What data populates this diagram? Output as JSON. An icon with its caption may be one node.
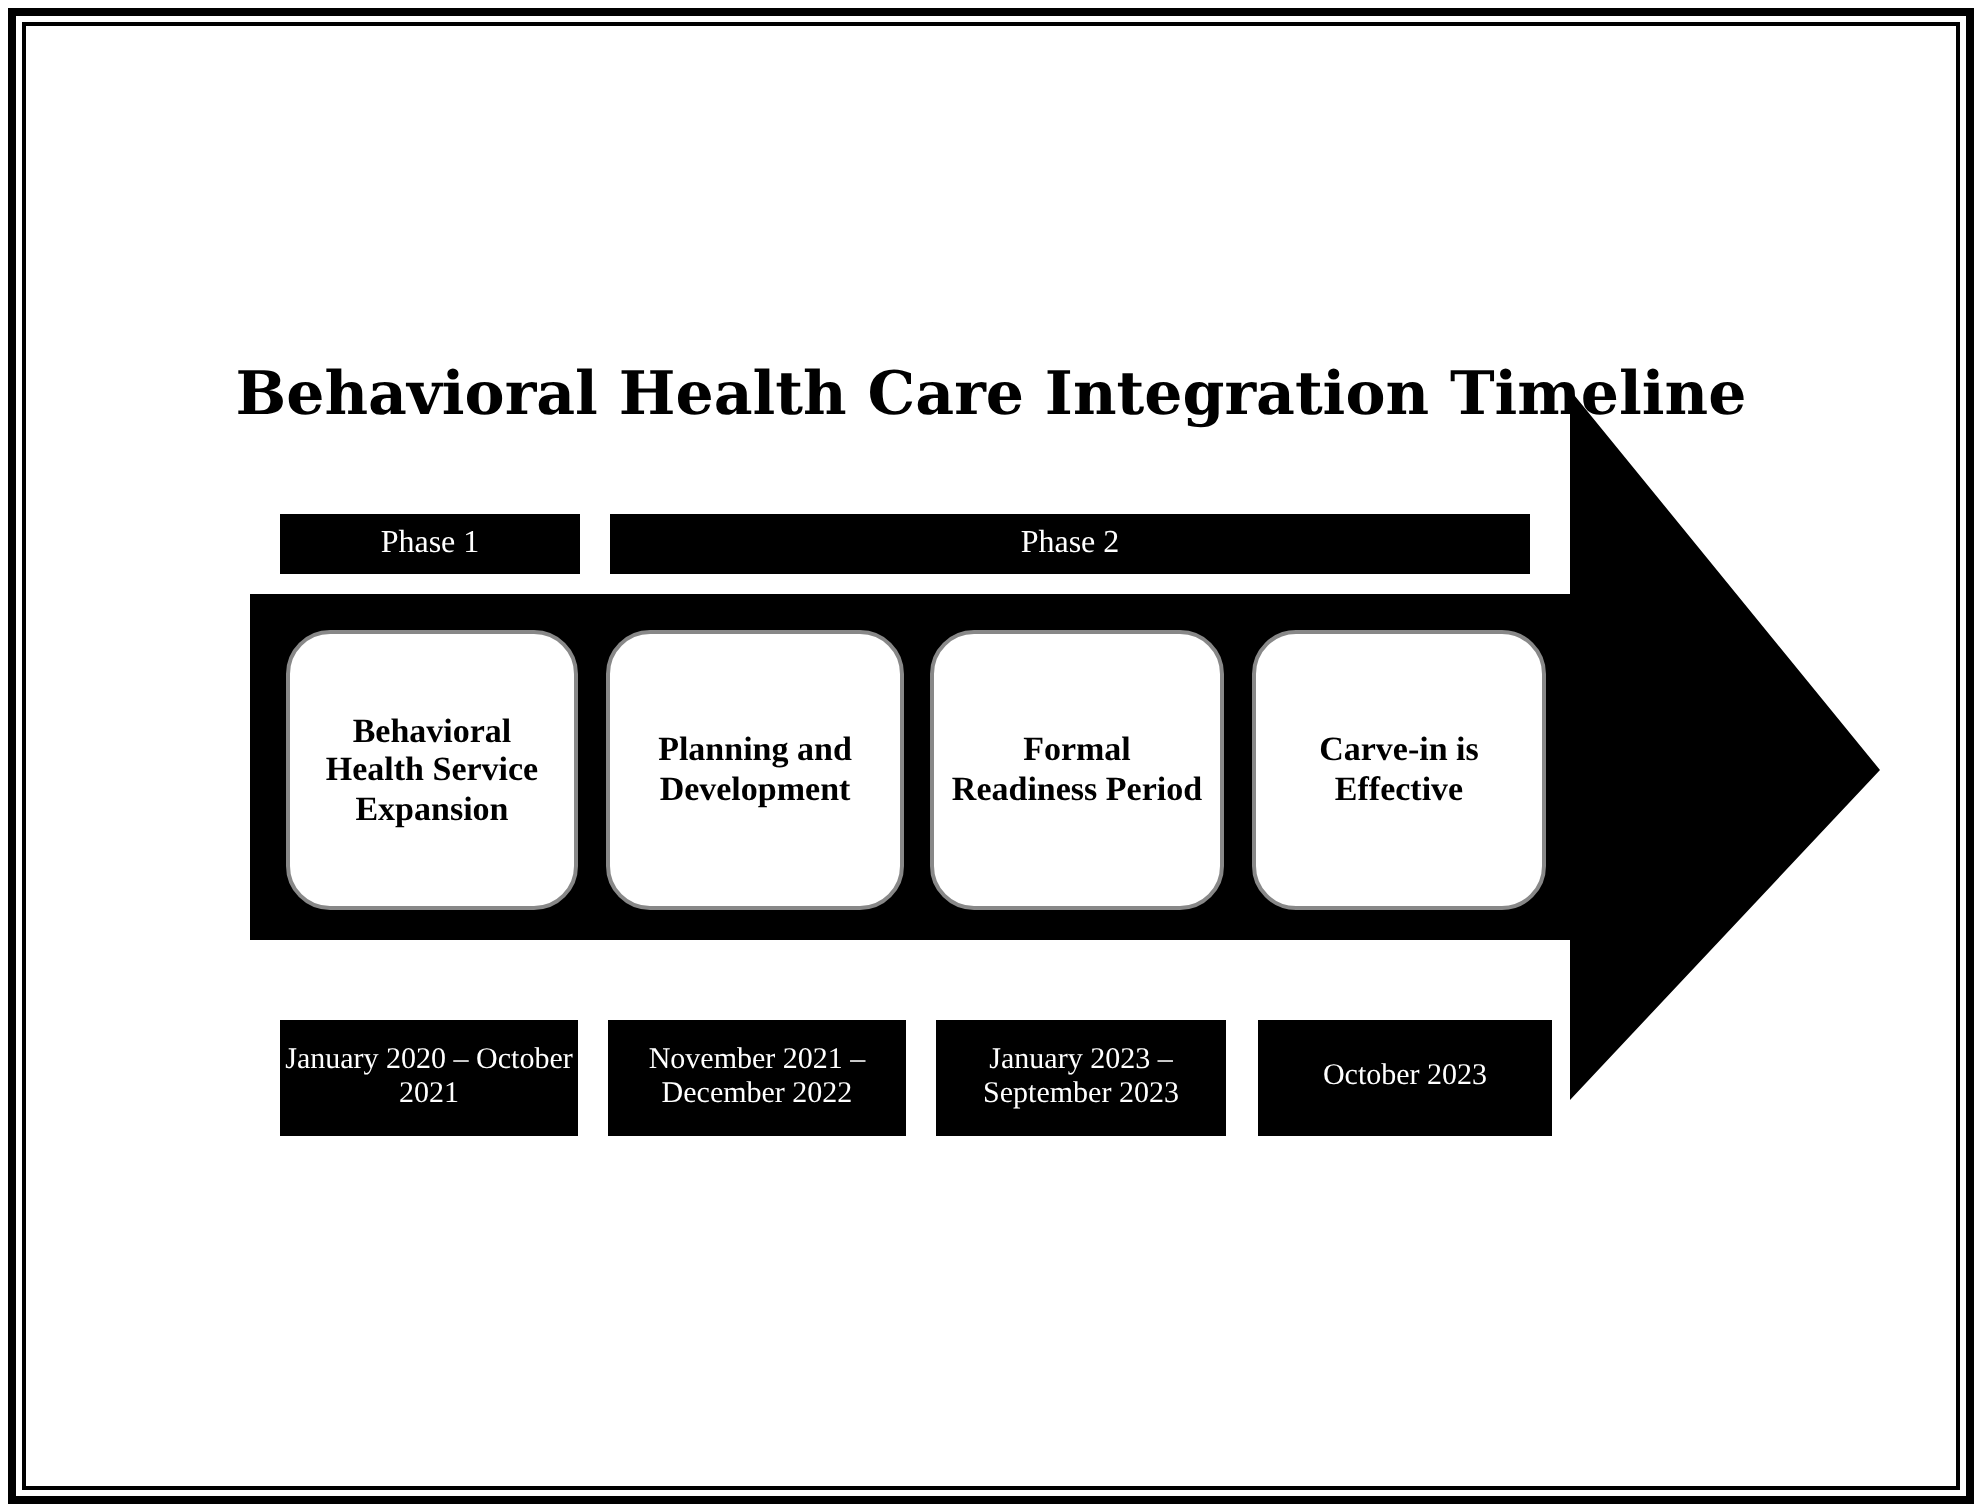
{
  "diagram": {
    "title": "Behavioral Health Care Integration Timeline",
    "nodes": [
      {
        "text": [
          "Phase 1"
        ]
      },
      {
        "text": [
          "Phase 2"
        ]
      },
      {
        "text": [
          "Behavioral Health Service Expansion"
        ]
      },
      {
        "text": [
          "Planning and Development"
        ]
      },
      {
        "text": [
          "Formal Readiness Period"
        ]
      },
      {
        "text": [
          "Carve-in is Effective"
        ]
      },
      {
        "text": [
          "January 2020 – October 2021"
        ]
      },
      {
        "text": [
          "November 2021 – December 2022"
        ]
      },
      {
        "text": [
          "January 2023 – September 2023"
        ]
      },
      {
        "text": [
          "October 2023"
        ]
      }
    ],
    "edges": []
  }
}
